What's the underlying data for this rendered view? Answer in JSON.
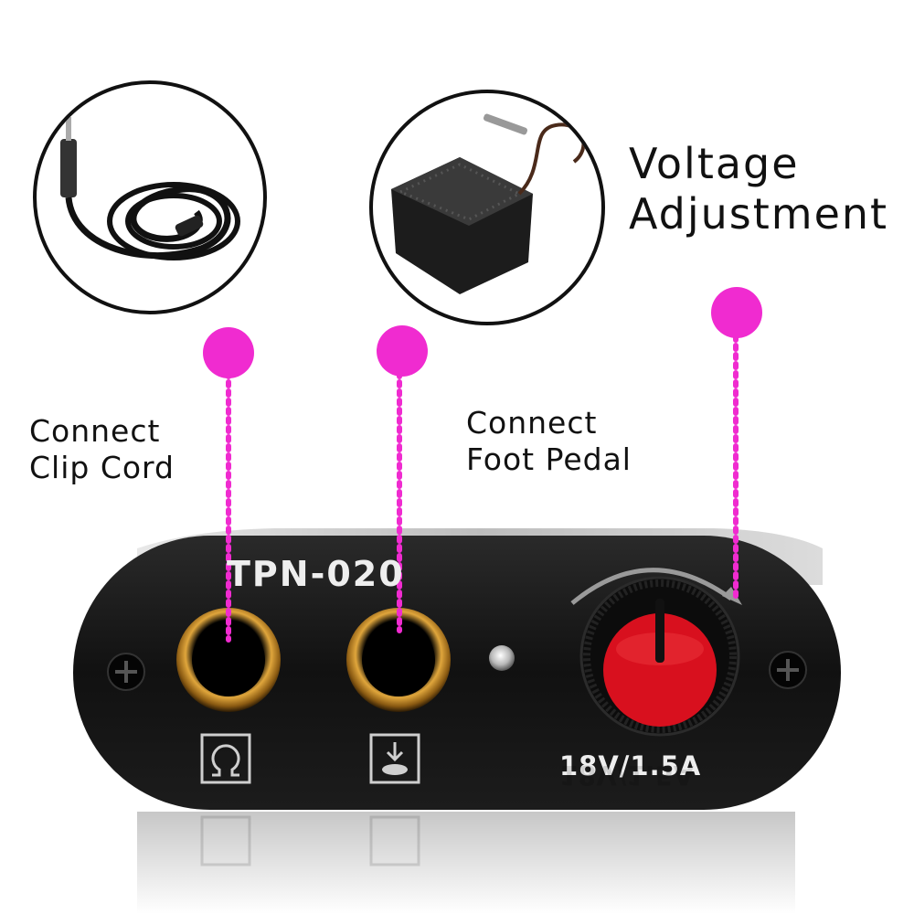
{
  "labels": {
    "clip_cord": [
      "Connect",
      "Clip Cord"
    ],
    "foot_pedal": [
      "Connect",
      "Foot Pedal"
    ],
    "voltage": [
      "Voltage",
      "Adjustment"
    ]
  },
  "device": {
    "model": "TPN-020",
    "rating": "18V/1.5A",
    "clip_cord_port_icon": "clip-cord-omega-icon",
    "foot_pedal_port_icon": "foot-pedal-icon",
    "knob_color": "#d8101e"
  },
  "colors": {
    "marker": "#f02bd0",
    "body": "#151515",
    "jack_ring": "#c9902c"
  }
}
